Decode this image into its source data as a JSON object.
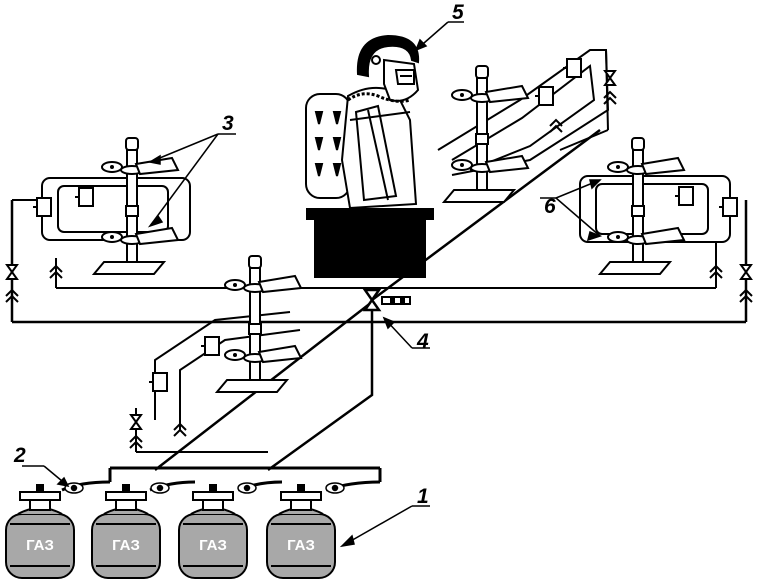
{
  "callouts": {
    "c1": "1",
    "c2": "2",
    "c3": "3",
    "c4": "4",
    "c5": "5",
    "c6": "6"
  },
  "cylinders": [
    {
      "label": "ГАЗ"
    },
    {
      "label": "ГАЗ"
    },
    {
      "label": "ГАЗ"
    },
    {
      "label": "ГАЗ"
    }
  ],
  "colors": {
    "line": "#000000",
    "fill_gray": "#d0d0d0",
    "block": "#000000",
    "background": "#ffffff"
  }
}
